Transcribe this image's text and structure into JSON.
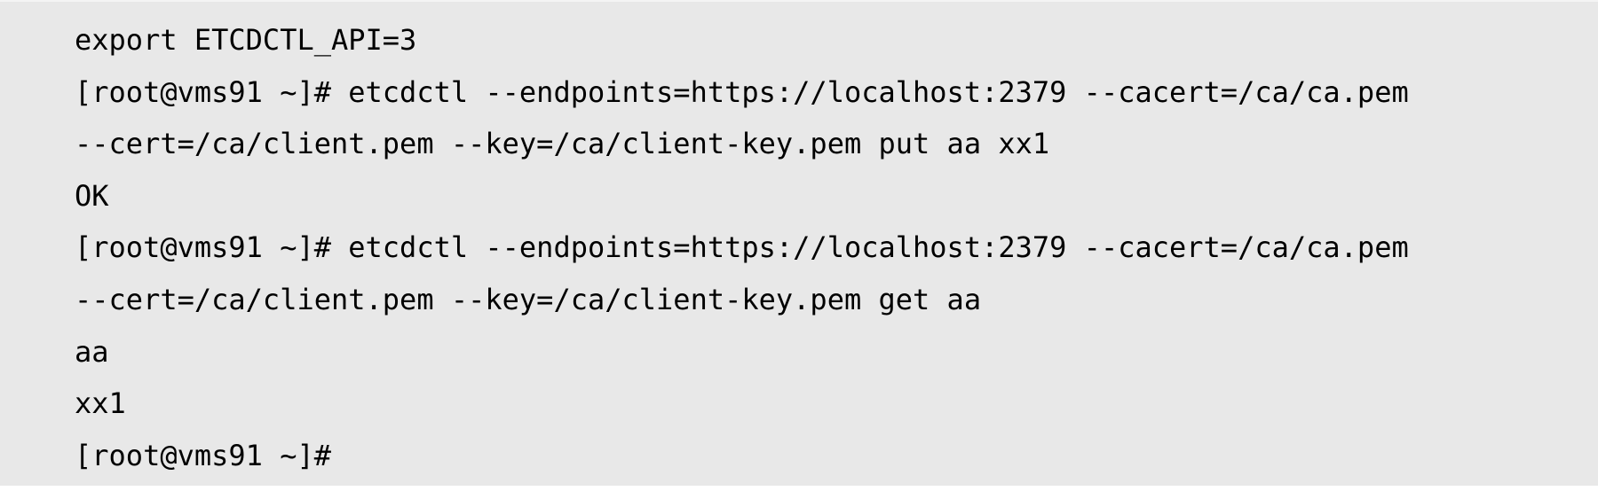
{
  "terminal": {
    "lines": [
      "export ETCDCTL_API=3",
      "[root@vms91 ~]# etcdctl --endpoints=https://localhost:2379 --cacert=/ca/ca.pem",
      "--cert=/ca/client.pem --key=/ca/client-key.pem put aa xx1",
      "OK",
      "[root@vms91 ~]# etcdctl --endpoints=https://localhost:2379 --cacert=/ca/ca.pem",
      "--cert=/ca/client.pem --key=/ca/client-key.pem get aa",
      "aa",
      "xx1",
      "[root@vms91 ~]#"
    ]
  },
  "colors": {
    "background": "#e8e8e8",
    "text": "#000000"
  }
}
